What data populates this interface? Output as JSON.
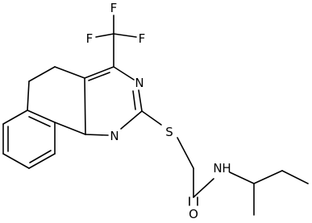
{
  "molecule": {
    "atoms": {
      "f_top": "F",
      "f_left": "F",
      "f_right": "F",
      "n_ring_upper": "N",
      "n_ring_lower": "N",
      "s_thioether": "S",
      "n_amide": "N",
      "h_amide": "H",
      "o_carbonyl": "O"
    },
    "colors": {
      "bond": "#000000",
      "label": "#000000",
      "background": "#ffffff"
    }
  }
}
